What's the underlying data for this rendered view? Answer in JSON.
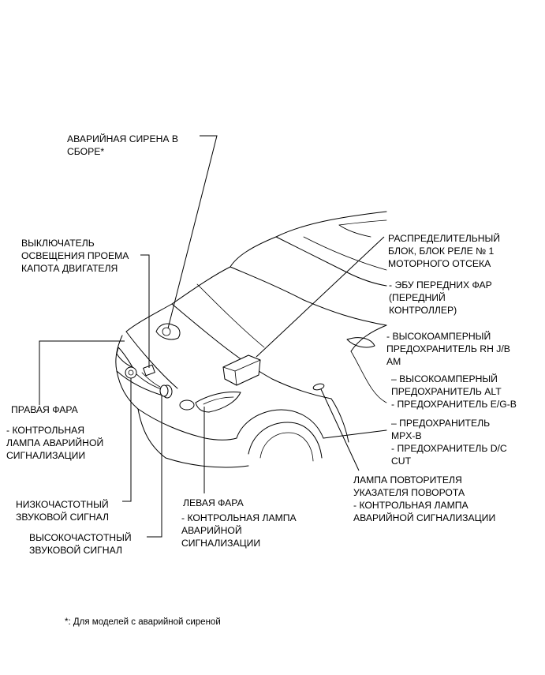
{
  "labels": {
    "siren": {
      "lines": [
        "АВАРИЙНАЯ СИРЕНА В",
        "СБОРЕ*"
      ]
    },
    "hood_switch": {
      "lines": [
        "ВЫКЛЮЧАТЕЛЬ",
        "ОСВЕЩЕНИЯ ПРОЕМА",
        "КАПОТА ДВИГАТЕЛЯ"
      ]
    },
    "junction_block": {
      "lines": [
        "РАСПРЕДЕЛИТЕЛЬНЫЙ",
        "БЛОК, БЛОК РЕЛЕ № 1",
        "МОТОРНОГО ОТСЕКА"
      ],
      "subitems": [
        [
          "- ЭБУ ПЕРЕДНИХ ФАР",
          "(ПЕРЕДНИЙ",
          "КОНТРОЛЛЕР)"
        ],
        [
          "- ВЫСОКОАМПЕРНЫЙ",
          "ПРЕДОХРАНИТЕЛЬ RH J/B",
          "AM"
        ],
        [
          "– ВЫСОКОАМПЕРНЫЙ",
          "ПРЕДОХРАНИТЕЛЬ ALT"
        ],
        [
          "- ПРЕДОХРАНИТЕЛЬ E/G-B"
        ],
        [
          "– ПРЕДОХРАНИТЕЛЬ",
          "MPX-B"
        ],
        [
          "- ПРЕДОХРАНИТЕЛЬ D/C",
          "CUT"
        ]
      ]
    },
    "right_headlight": {
      "title": "ПРАВАЯ ФАРА",
      "sub": [
        "- КОНТРОЛЬНАЯ",
        "ЛАМПА АВАРИЙНОЙ",
        "СИГНАЛИЗАЦИИ"
      ]
    },
    "low_horn": {
      "lines": [
        "НИЗКОЧАСТОТНЫЙ",
        "ЗВУКОВОЙ СИГНАЛ"
      ]
    },
    "high_horn": {
      "lines": [
        "ВЫСОКОЧАСТОТНЫЙ",
        "ЗВУКОВОЙ СИГНАЛ"
      ]
    },
    "left_headlight": {
      "title": "ЛЕВАЯ ФАРА",
      "sub": [
        "- КОНТРОЛЬНАЯ ЛАМПА",
        "АВАРИЙНОЙ",
        "СИГНАЛИЗАЦИИ"
      ]
    },
    "turn_repeater": {
      "lines": [
        "ЛАМПА ПОВТОРИТЕЛЯ",
        "УКАЗАТЕЛЯ ПОВОРОТА",
        "- КОНТРОЛЬНАЯ ЛАМПА",
        "АВАРИЙНОЙ СИГНАЛИЗАЦИИ"
      ]
    }
  },
  "footnote": "*: Для моделей с аварийной сиреной",
  "colors": {
    "line": "#000000",
    "background": "#ffffff"
  }
}
